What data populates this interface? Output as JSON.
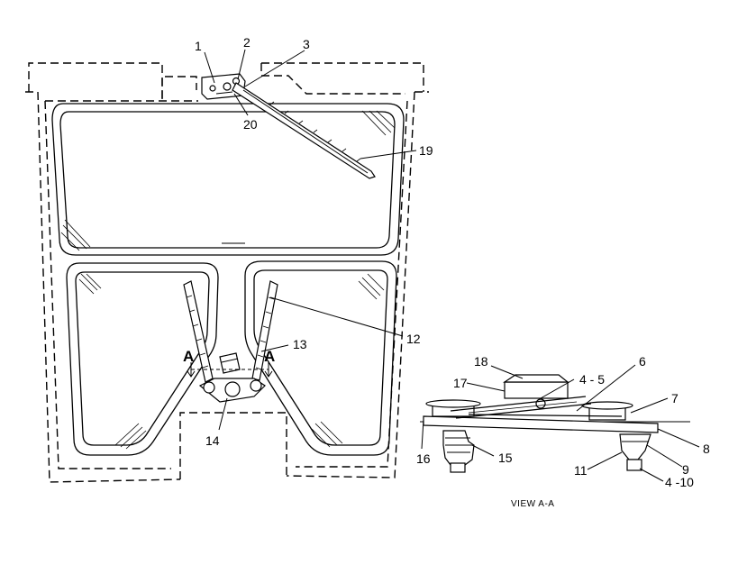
{
  "callouts": {
    "c1": "1",
    "c2": "2",
    "c3": "3",
    "c20": "20",
    "c19": "19",
    "c12": "12",
    "c13": "13",
    "c14": "14",
    "c18": "18",
    "c17": "17",
    "c4_5": "4 - 5",
    "c6": "6",
    "c7": "7",
    "c16": "16",
    "c15": "15",
    "c8": "8",
    "c9": "9",
    "c11": "11",
    "c4_10": "4 -10"
  },
  "section_marks": {
    "left": "A",
    "right": "A"
  },
  "view_caption": "VIEW  A-A"
}
